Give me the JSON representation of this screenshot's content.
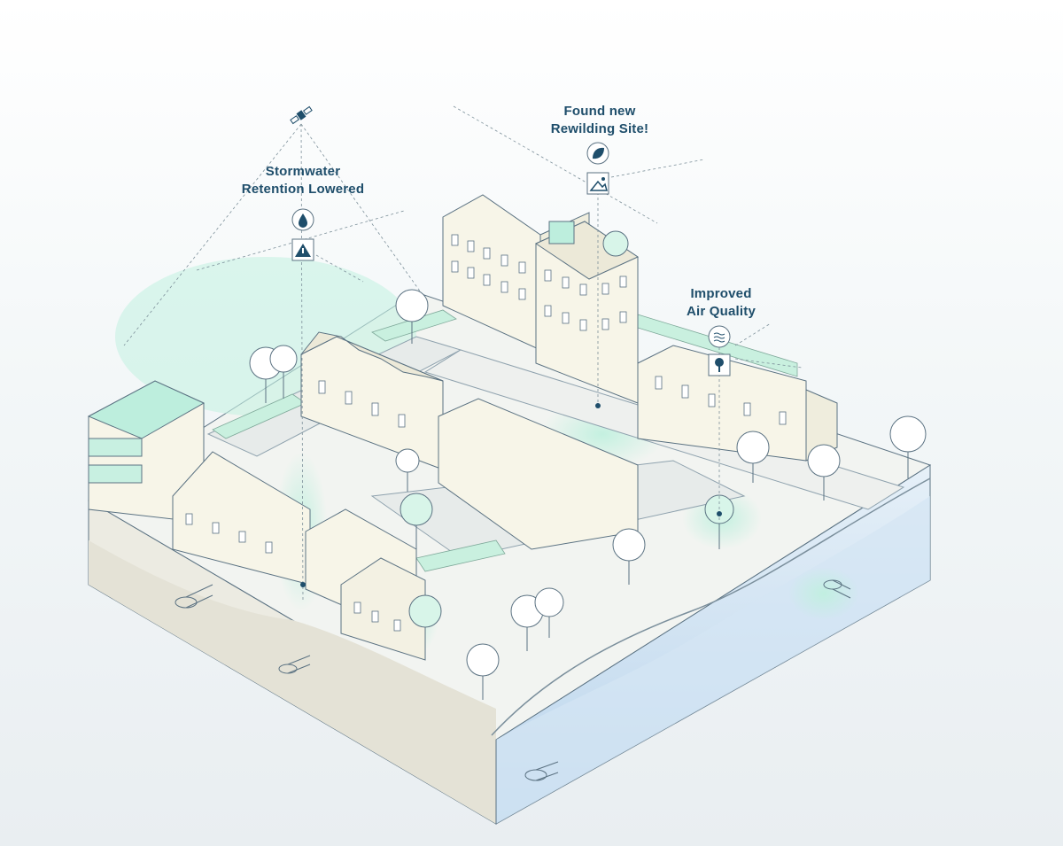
{
  "callouts": {
    "stormwater": {
      "line1": "Stormwater",
      "line2": "Retention Lowered",
      "icons": [
        "water-drop-icon",
        "warning-icon"
      ]
    },
    "rewilding": {
      "line1": "Found new",
      "line2": "Rewilding Site!",
      "icons": [
        "leaf-icon",
        "landscape-icon"
      ]
    },
    "air_quality": {
      "line1": "Improved",
      "line2": "Air Quality",
      "icons": [
        "wind-icon",
        "tree-icon"
      ]
    }
  },
  "colors": {
    "label_text": "#1f4e6b",
    "outline": "#5b7282",
    "mint": "#bdeedd",
    "building": "#f7f5e8",
    "water": "#cfe2f1"
  }
}
